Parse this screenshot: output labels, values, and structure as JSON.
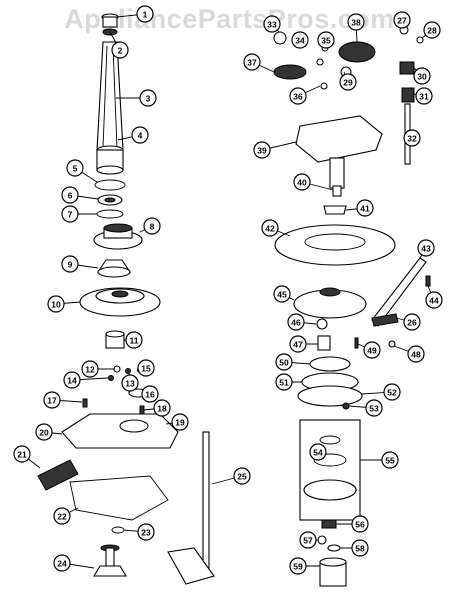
{
  "watermark": "AppliancePartsPros.com",
  "callouts": [
    "1",
    "2",
    "3",
    "4",
    "5",
    "6",
    "7",
    "8",
    "9",
    "10",
    "11",
    "12",
    "13",
    "14",
    "15",
    "16",
    "17",
    "18",
    "19",
    "20",
    "21",
    "22",
    "23",
    "24",
    "25",
    "26",
    "27",
    "28",
    "29",
    "30",
    "31",
    "32",
    "33",
    "34",
    "35",
    "36",
    "37",
    "38",
    "39",
    "40",
    "41",
    "42",
    "43",
    "44",
    "45",
    "46",
    "47",
    "48",
    "49",
    "50",
    "51",
    "52",
    "53",
    "54",
    "55",
    "56",
    "57",
    "58",
    "59"
  ]
}
